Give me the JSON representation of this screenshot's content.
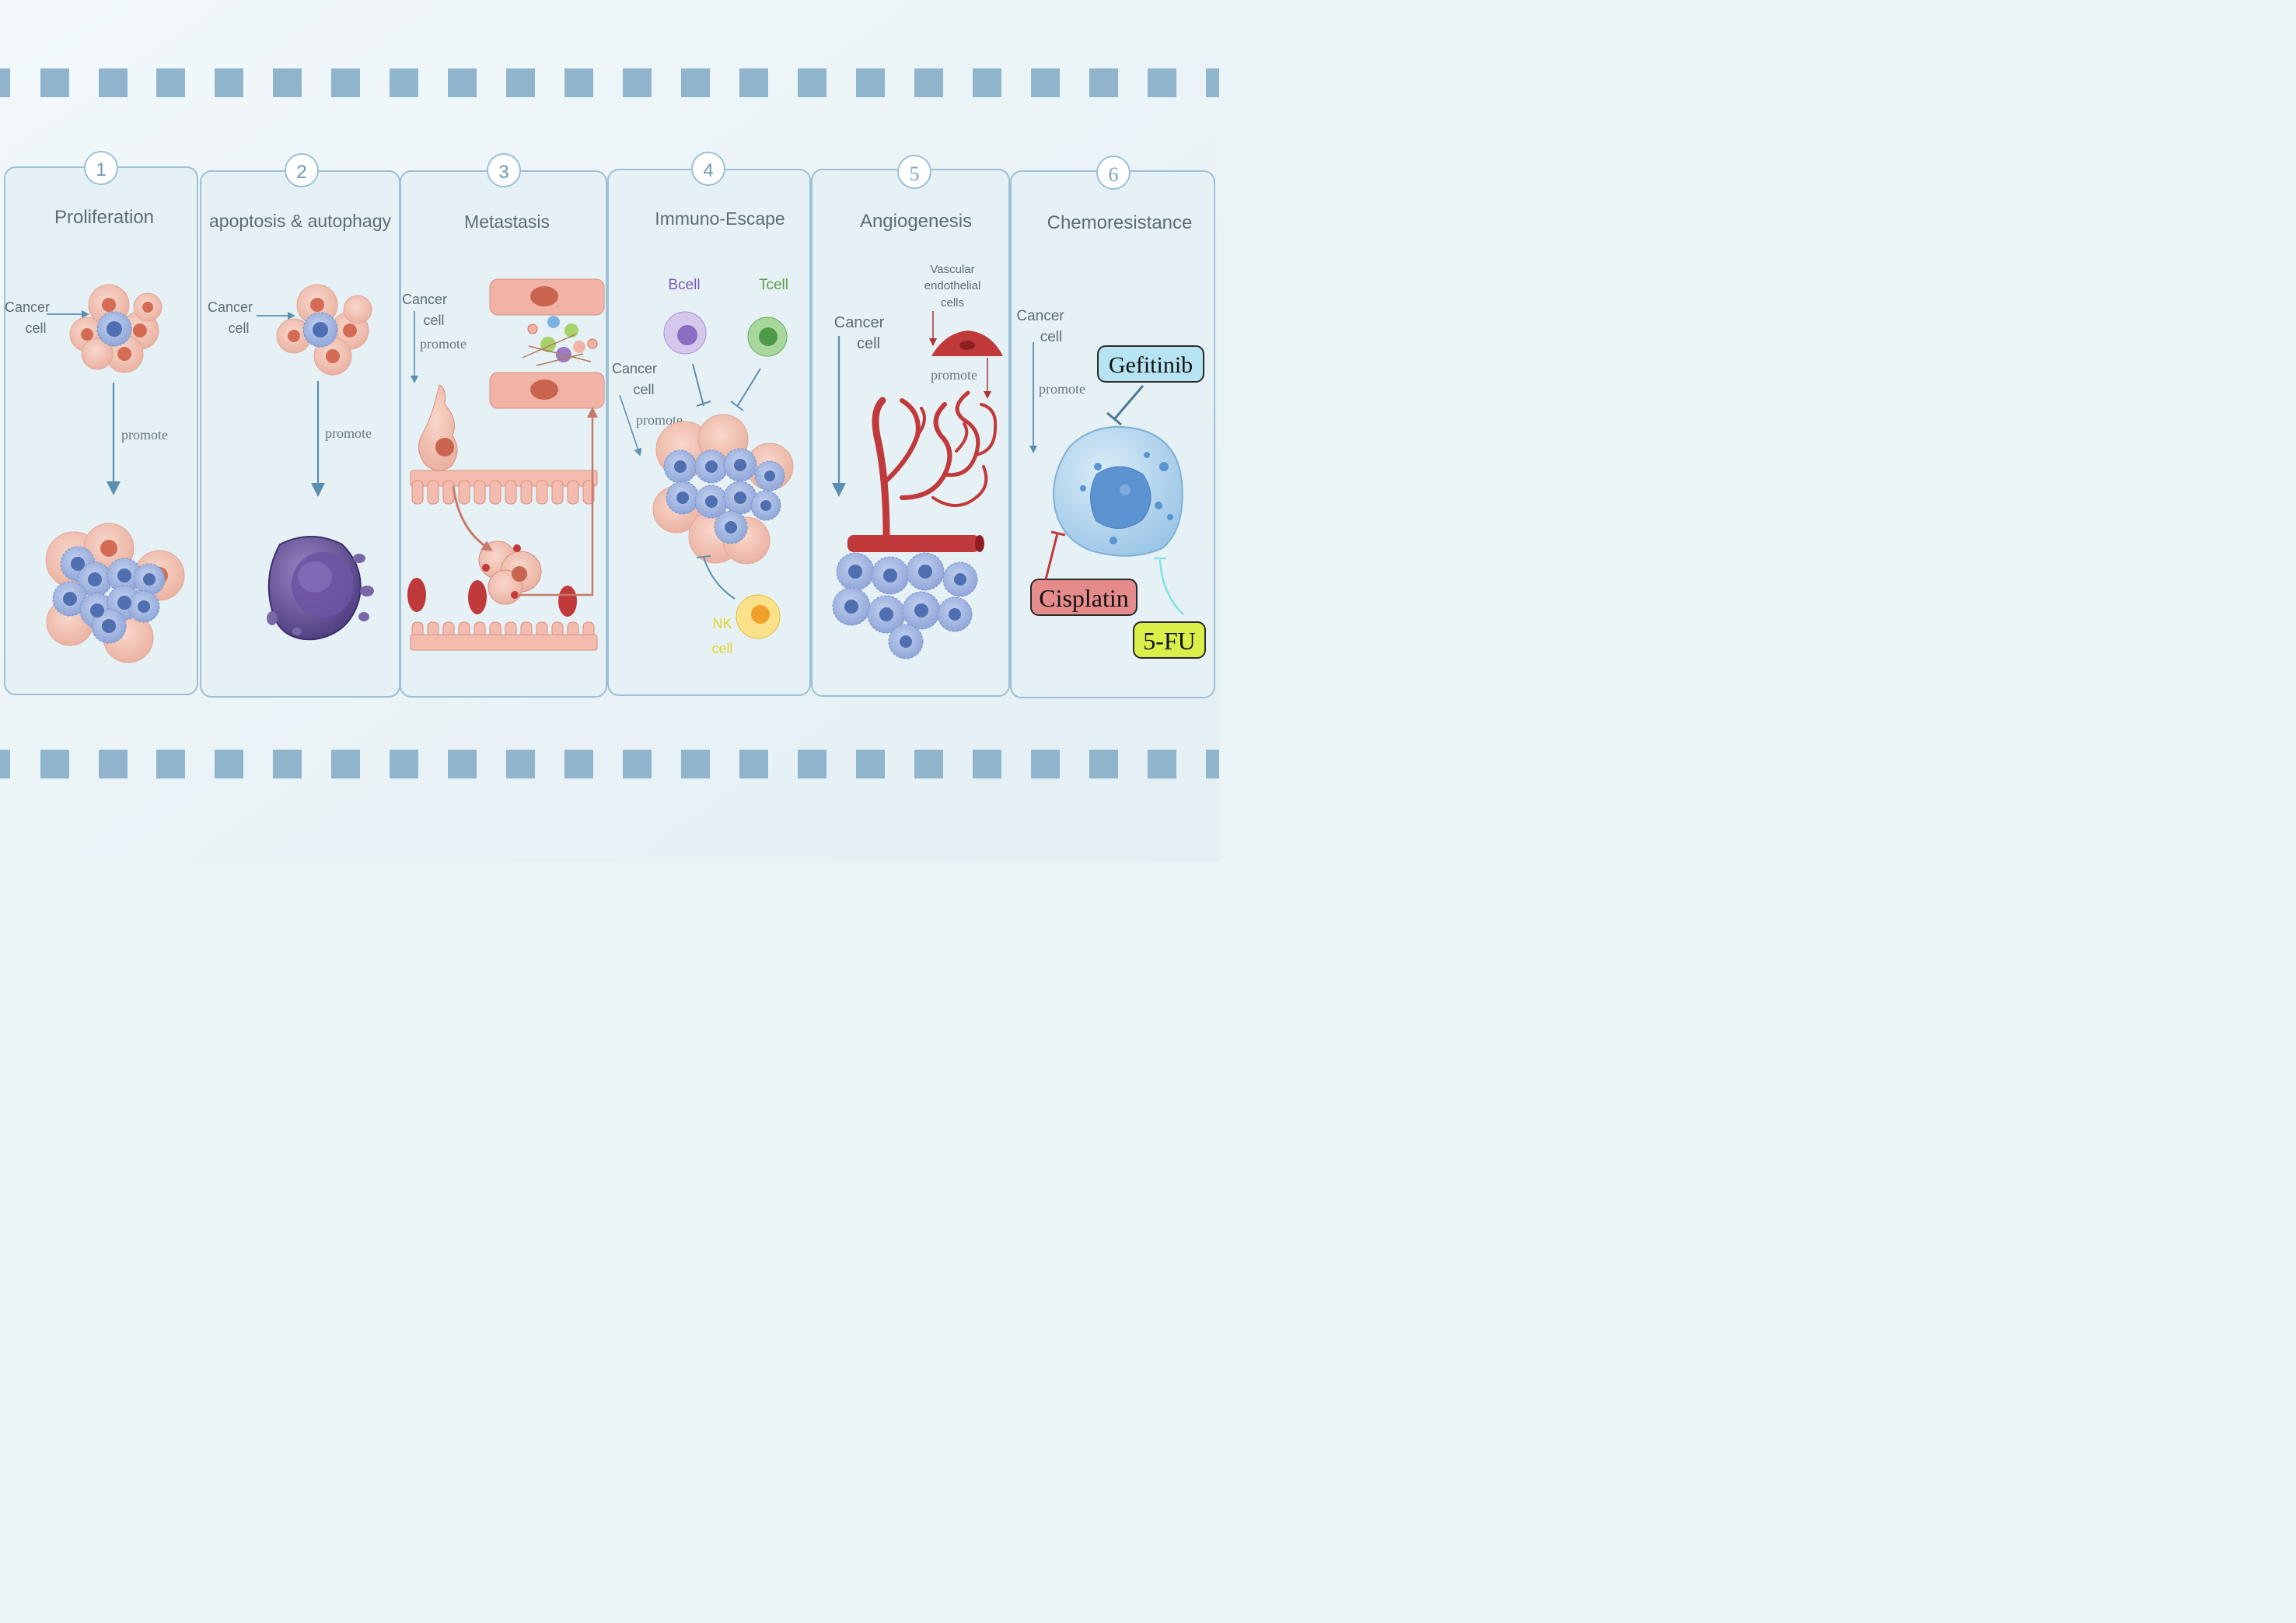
{
  "panels": [
    {
      "number": "1",
      "title": "Proliferation",
      "cancer_cell": [
        "Cancer",
        "cell"
      ],
      "promote": "promote"
    },
    {
      "number": "2",
      "title": "apoptosis & autophagy",
      "cancer_cell": [
        "Cancer",
        "cell"
      ],
      "promote": "promote"
    },
    {
      "number": "3",
      "title": "Metastasis",
      "cancer_cell": [
        "Cancer",
        "cell"
      ],
      "promote": "promote"
    },
    {
      "number": "4",
      "title": "Immuno-Escape",
      "cancer_cell": [
        "Cancer",
        "cell"
      ],
      "promote": "promote",
      "bcell": "Bcell",
      "tcell": "Tcell",
      "nk": [
        "NK",
        "cell"
      ]
    },
    {
      "number": "5",
      "title": "Angiogenesis",
      "cancer_cell": [
        "Cancer",
        "cell"
      ],
      "promote": "promote",
      "vascular": [
        "Vascular",
        "endothelial",
        "cells"
      ]
    },
    {
      "number": "6",
      "title": "Chemoresistance",
      "cancer_cell": [
        "Cancer",
        "cell"
      ],
      "promote": "promote",
      "drugs": {
        "gefitinib": "Gefitinib",
        "cisplatin": "Cisplatin",
        "fu": "5-FU"
      }
    }
  ],
  "colors": {
    "background": "#eaf3f6",
    "stripe": "#8fb4cb",
    "panel_border": "#9cc0d4",
    "arrow": "#5b8fb0",
    "text": "#5f6b74",
    "vessel_red": "#c0393b",
    "bcell_purple": "#7b5bb5",
    "tcell_green": "#5f9b4a",
    "nk_yellow": "#e7d32a",
    "gefitinib_fill": "#b7e4f2",
    "cisplatin_fill": "#e58b8b",
    "fu_fill": "#d9ef4a"
  }
}
